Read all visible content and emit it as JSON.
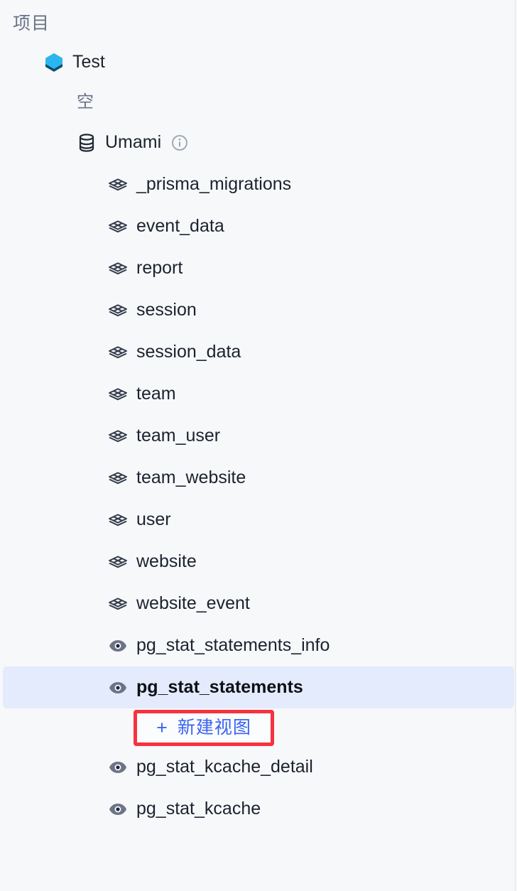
{
  "panel": {
    "section_title": "项目",
    "accent_selected_bg": "#e4ebfc",
    "accent_link": "#3b63f0",
    "annotation_color": "#f5333f",
    "background": "#f7f8f9"
  },
  "tree": {
    "project": {
      "label": "Test",
      "icon": "cube-icon",
      "icon_colors": {
        "top": "#2cb6ef",
        "bottom": "#0b4f6c"
      }
    },
    "schema": {
      "label": "空"
    },
    "database": {
      "label": "Umami",
      "icon": "database-icon",
      "info_icon": "info-circle-icon"
    },
    "tables": [
      {
        "label": "_prisma_migrations",
        "icon": "table-icon",
        "type": "table"
      },
      {
        "label": "event_data",
        "icon": "table-icon",
        "type": "table"
      },
      {
        "label": "report",
        "icon": "table-icon",
        "type": "table"
      },
      {
        "label": "session",
        "icon": "table-icon",
        "type": "table"
      },
      {
        "label": "session_data",
        "icon": "table-icon",
        "type": "table"
      },
      {
        "label": "team",
        "icon": "table-icon",
        "type": "table"
      },
      {
        "label": "team_user",
        "icon": "table-icon",
        "type": "table"
      },
      {
        "label": "team_website",
        "icon": "table-icon",
        "type": "table"
      },
      {
        "label": "user",
        "icon": "table-icon",
        "type": "table"
      },
      {
        "label": "website",
        "icon": "table-icon",
        "type": "table"
      },
      {
        "label": "website_event",
        "icon": "table-icon",
        "type": "table"
      }
    ],
    "views_before_selection": [
      {
        "label": "pg_stat_statements_info",
        "icon": "eye-icon",
        "type": "view",
        "selected": false
      }
    ],
    "selected_view": {
      "label": "pg_stat_statements",
      "icon": "eye-icon",
      "type": "view",
      "selected": true
    },
    "views_after_selection": [
      {
        "label": "pg_stat_kcache_detail",
        "icon": "eye-icon",
        "type": "view",
        "selected": false
      },
      {
        "label": "pg_stat_kcache",
        "icon": "eye-icon",
        "type": "view",
        "selected": false
      }
    ]
  },
  "new_view_action": {
    "plus": "+",
    "label": "新建视图"
  }
}
